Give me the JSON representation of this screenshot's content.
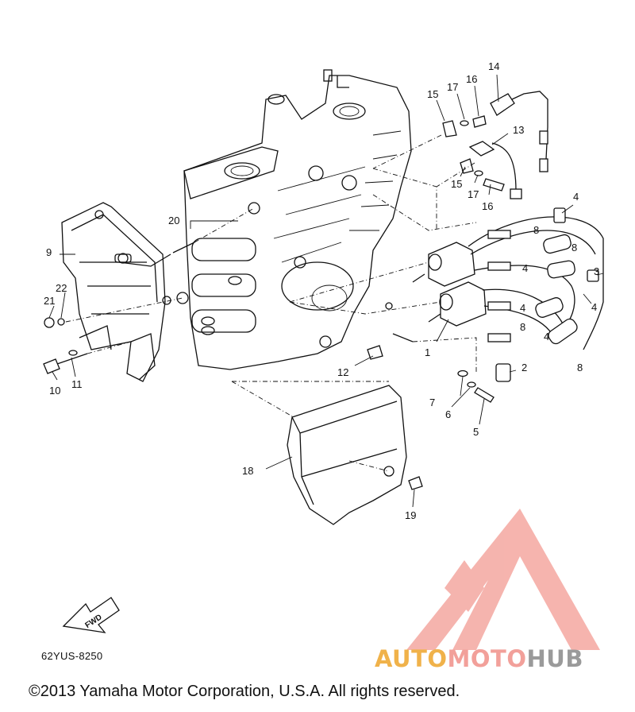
{
  "diagram": {
    "callouts": [
      {
        "id": "1",
        "label": "1"
      },
      {
        "id": "2",
        "label": "2"
      },
      {
        "id": "3",
        "label": "3"
      },
      {
        "id": "4a",
        "label": "4"
      },
      {
        "id": "4b",
        "label": "4"
      },
      {
        "id": "4c",
        "label": "4"
      },
      {
        "id": "4d",
        "label": "4"
      },
      {
        "id": "4e",
        "label": "4"
      },
      {
        "id": "5",
        "label": "5"
      },
      {
        "id": "6",
        "label": "6"
      },
      {
        "id": "7",
        "label": "7"
      },
      {
        "id": "8a",
        "label": "8"
      },
      {
        "id": "8b",
        "label": "8"
      },
      {
        "id": "8c",
        "label": "8"
      },
      {
        "id": "8d",
        "label": "8"
      },
      {
        "id": "9",
        "label": "9"
      },
      {
        "id": "10",
        "label": "10"
      },
      {
        "id": "11",
        "label": "11"
      },
      {
        "id": "12",
        "label": "12"
      },
      {
        "id": "13",
        "label": "13"
      },
      {
        "id": "14",
        "label": "14"
      },
      {
        "id": "15a",
        "label": "15"
      },
      {
        "id": "15b",
        "label": "15"
      },
      {
        "id": "16a",
        "label": "16"
      },
      {
        "id": "16b",
        "label": "16"
      },
      {
        "id": "17a",
        "label": "17"
      },
      {
        "id": "17b",
        "label": "17"
      },
      {
        "id": "18",
        "label": "18"
      },
      {
        "id": "19",
        "label": "19"
      },
      {
        "id": "20",
        "label": "20"
      },
      {
        "id": "21",
        "label": "21"
      },
      {
        "id": "22",
        "label": "22"
      }
    ],
    "fwd_label": "FWD",
    "diagram_code": "62YUS-8250"
  },
  "copyright": "©2013 Yamaha Motor Corporation, U.S.A. All rights reserved.",
  "watermark": {
    "text_part1": "AUTO",
    "text_part2": "MOTO",
    "text_part3": "HUB",
    "logo": "automotohub-triangle-logo",
    "colors": {
      "auto": "#f0b24a",
      "moto": "#f2a09a",
      "hub": "#9a9a9a",
      "logo": "#f4a7a0"
    }
  }
}
